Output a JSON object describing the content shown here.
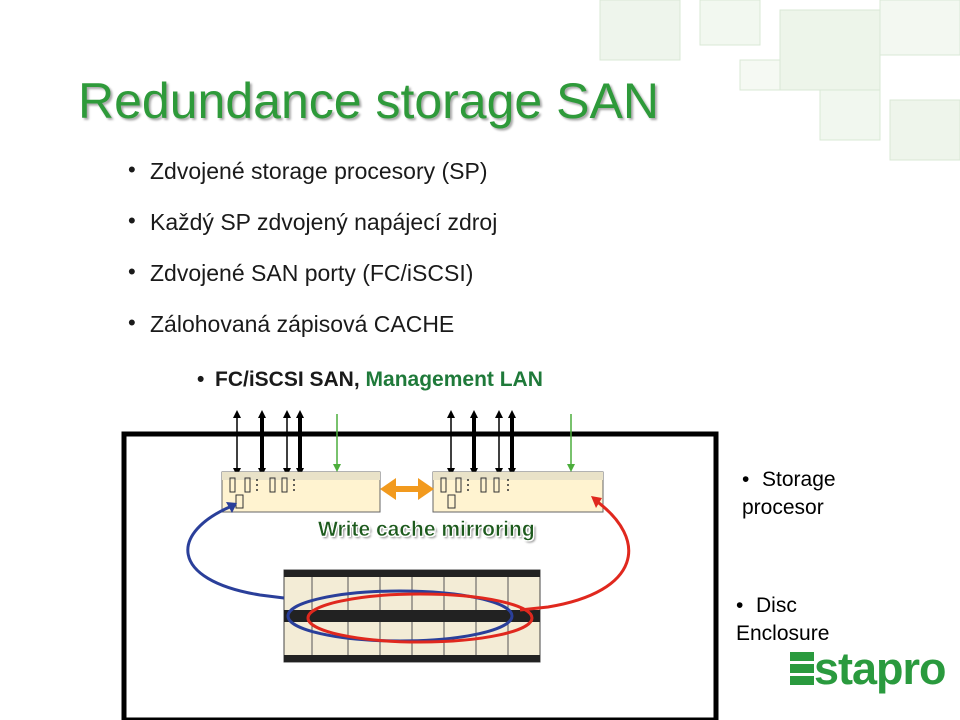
{
  "slide": {
    "title": "Redundance storage SAN",
    "bullets": [
      "Zdvojené storage procesory (SP)",
      "Každý SP zdvojený napájecí zdroj",
      "Zdvojené SAN porty (FC/iSCSI)",
      "Zálohovaná zápisová CACHE"
    ]
  },
  "diagram": {
    "network_label_part1": "FC/iSCSI SAN, ",
    "network_label_part2": "Management LAN",
    "cache_label": "Write cache mirroring",
    "storage_processor_label": "Storage procesor",
    "storage_processor_line1": "Storage",
    "storage_processor_line2": "procesor",
    "disc_label_line1": "Disc",
    "disc_label_line2": "Enclosure"
  },
  "logo": {
    "text": "stapro",
    "icon": "stapro-logo-icon"
  },
  "colors": {
    "title_green": "#2e9a3a",
    "management_green": "#1f7a3a",
    "mirror_arrow": "#f29a1e",
    "loop_blue": "#2a3f9a",
    "loop_red": "#e0281e",
    "lan_arrow_green": "#4cae3c"
  }
}
